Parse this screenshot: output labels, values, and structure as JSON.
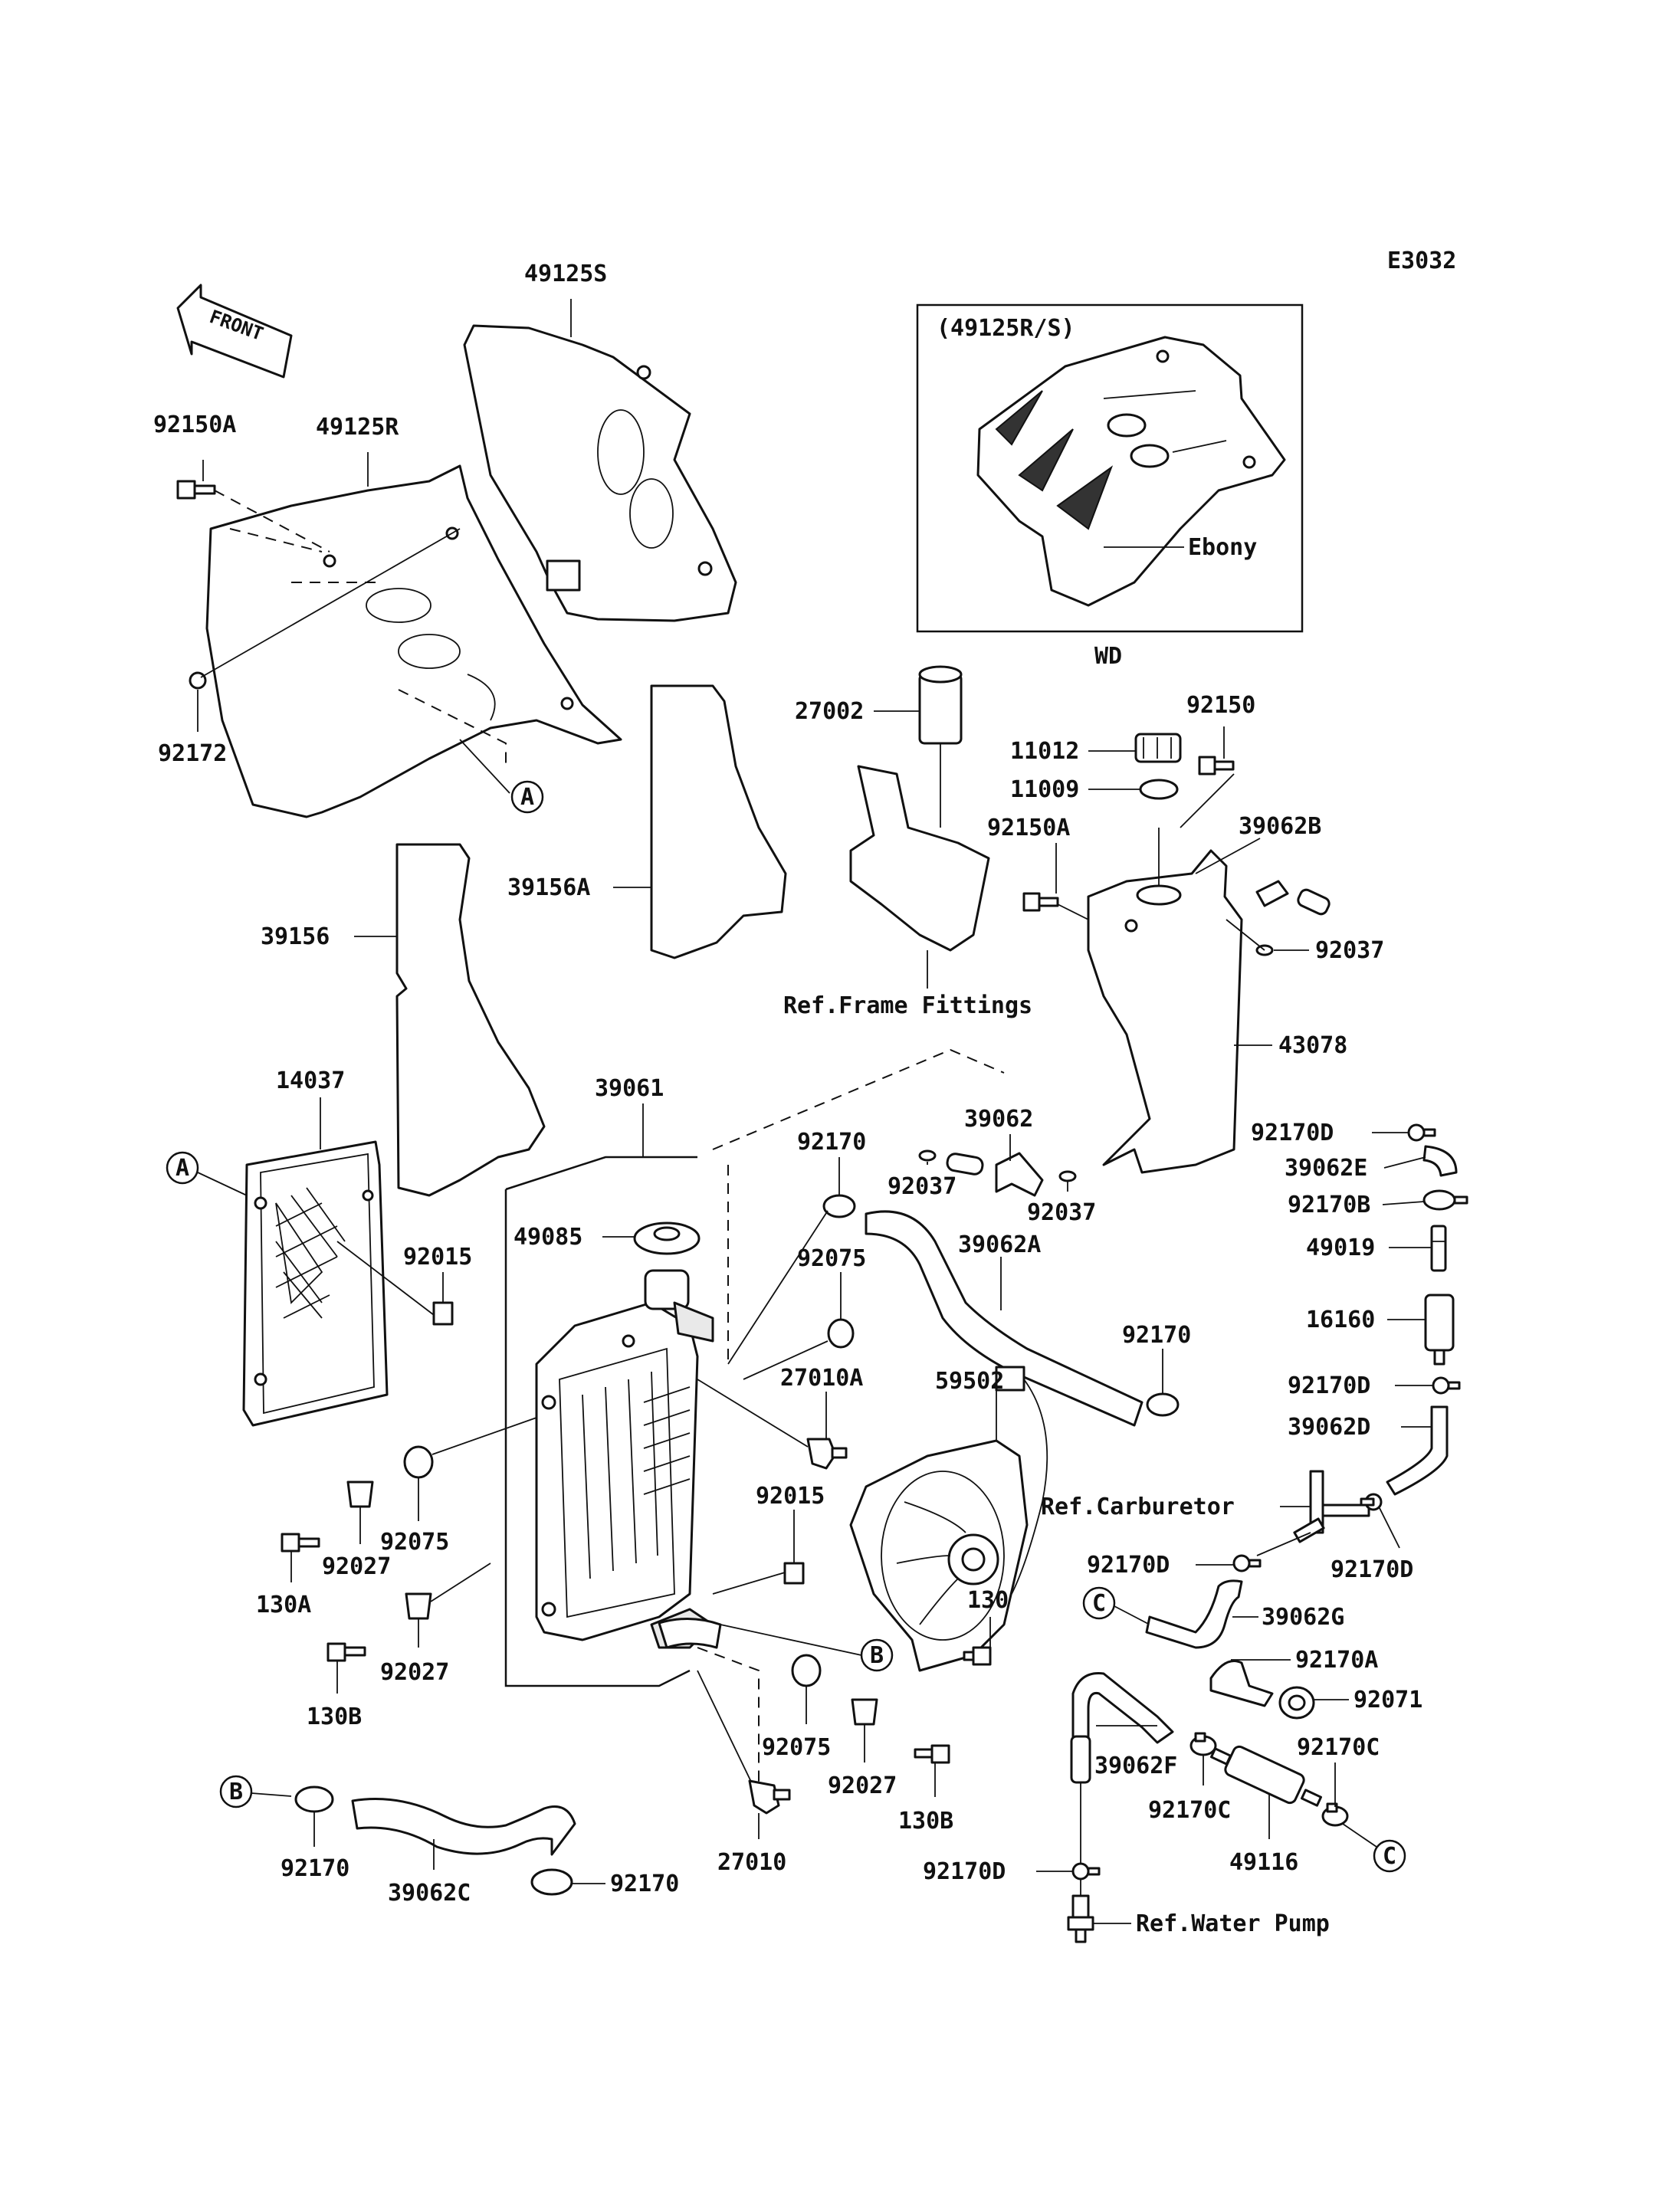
{
  "diagram_code": "E3032",
  "front_label": "FRONT",
  "inset": {
    "title": "(49125R/S)",
    "color_label": "Ebony",
    "caption": "WD"
  },
  "callouts": {
    "A": "A",
    "B": "B",
    "C": "C"
  },
  "parts": {
    "p49125S": "49125S",
    "p49125R": "49125R",
    "p92150A_top": "92150A",
    "p92172": "92172",
    "p27002": "27002",
    "p11012": "11012",
    "p92150": "92150",
    "p11009": "11009",
    "p39062B": "39062B",
    "p92150A_mid": "92150A",
    "p39156A": "39156A",
    "p39156": "39156",
    "p92037_r": "92037",
    "ref_frame": "Ref.Frame Fittings",
    "p43078": "43078",
    "p14037": "14037",
    "p39061": "39061",
    "p39062": "39062",
    "p92170_a": "92170",
    "p92037_b": "92037",
    "p92037_c": "92037",
    "p92170D_a": "92170D",
    "p39062E": "39062E",
    "p92015_a": "92015",
    "p49085": "49085",
    "p92075_a": "92075",
    "p39062A": "39062A",
    "p92170B": "92170B",
    "p49019": "49019",
    "p92170_b": "92170",
    "p16160": "16160",
    "p27010A": "27010A",
    "p59502": "59502",
    "p92170D_b": "92170D",
    "p39062D": "39062D",
    "ref_carb": "Ref.Carburetor",
    "p92075_b": "92075",
    "p92015_b": "92015",
    "p130A": "130A",
    "p92027_a": "92027",
    "p92170D_c": "92170D",
    "p92170D_d": "92170D",
    "p130": "130",
    "p39062G": "39062G",
    "p92027_b": "92027",
    "p130B_a": "130B",
    "p92170A": "92170A",
    "p92071": "92071",
    "p92075_c": "92075",
    "p92027_c": "92027",
    "p39062F": "39062F",
    "p92170C_a": "92170C",
    "p130B_b": "130B",
    "p92170C_b": "92170C",
    "p92170_c": "92170",
    "p27010": "27010",
    "p92170D_e": "92170D",
    "p49116": "49116",
    "p39062C": "39062C",
    "p92170_d": "92170",
    "ref_pump": "Ref.Water Pump"
  }
}
